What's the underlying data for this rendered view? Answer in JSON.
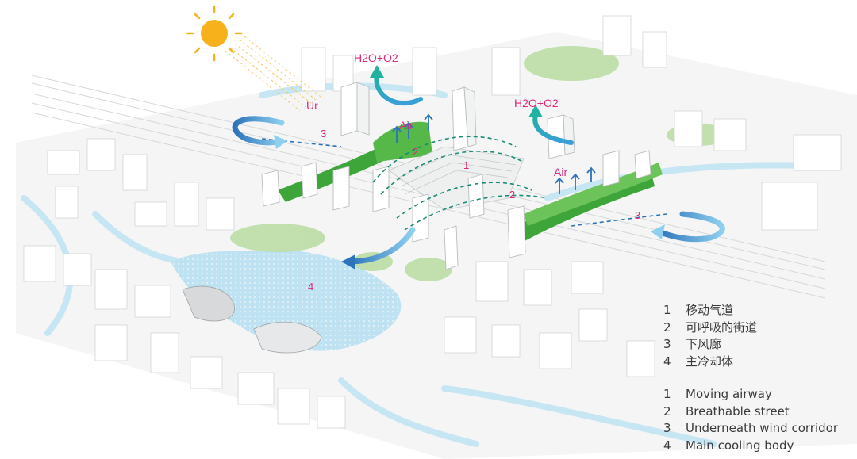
{
  "labels": {
    "ur": "Ur",
    "h2o_o2_left": "H2O+O2",
    "h2o_o2_right": "H2O+O2",
    "air_left": "Air",
    "air_right": "Air",
    "num_1": "1",
    "num_2_left": "2",
    "num_2_right": "2",
    "num_3_left": "3",
    "num_3_right": "3",
    "num_4": "4"
  },
  "legend_zh": [
    {
      "num": "1",
      "text": "移动气道"
    },
    {
      "num": "2",
      "text": "可呼吸的街道"
    },
    {
      "num": "3",
      "text": "下风廊"
    },
    {
      "num": "4",
      "text": "主冷却体"
    }
  ],
  "legend_en": [
    {
      "num": "1",
      "text": "Moving airway"
    },
    {
      "num": "2",
      "text": "Breathable street"
    },
    {
      "num": "3",
      "text": "Underneath wind corridor"
    },
    {
      "num": "4",
      "text": "Main cooling body"
    }
  ],
  "colors": {
    "sun": "#f7b21b",
    "green": "#3ea53a",
    "water": "#bfe2f2",
    "arrow_blue": "#2d73b9",
    "arrow_teal": "#1fb3a0",
    "magenta": "#e0267c"
  }
}
